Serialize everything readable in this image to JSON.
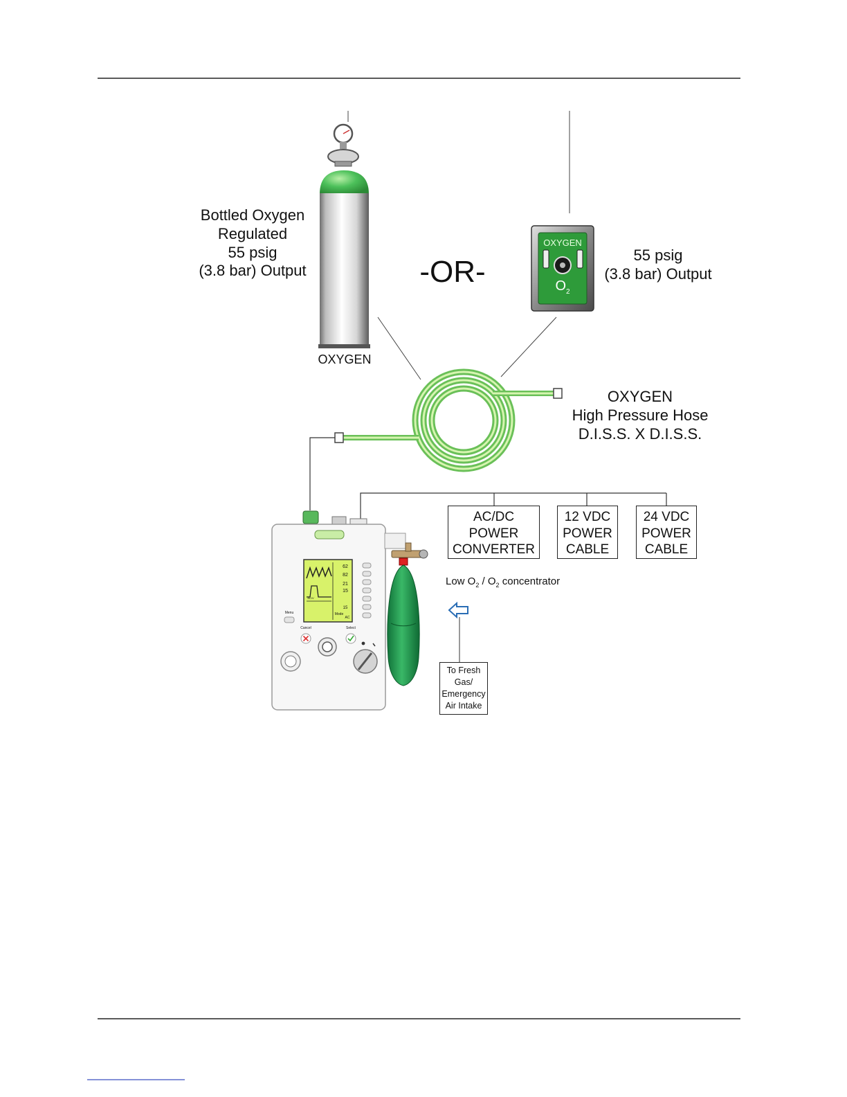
{
  "bottled_oxygen": {
    "label_lines": [
      "Bottled Oxygen",
      "Regulated",
      "55 psig",
      "(3.8 bar) Output"
    ],
    "cylinder_text": "OXYGEN"
  },
  "separator": "-OR-",
  "wall_outlet": {
    "panel_text": "OXYGEN",
    "symbol": "O",
    "symbol_sub": "2",
    "label_lines": [
      "55 psig",
      "(3.8 bar) Output"
    ]
  },
  "hose": {
    "label_lines": [
      "OXYGEN",
      "High Pressure Hose",
      "D.I.S.S. X D.I.S.S."
    ]
  },
  "power_options": [
    {
      "lines": [
        "AC/DC",
        "POWER",
        "CONVERTER"
      ]
    },
    {
      "lines": [
        "12 VDC",
        "POWER",
        "CABLE"
      ]
    },
    {
      "lines": [
        "24 VDC",
        "POWER",
        "CABLE"
      ]
    }
  ],
  "low_o2": {
    "prefix": "Low O",
    "sub1": "2",
    "mid": " / O",
    "sub2": "2",
    "suffix": " concentrator"
  },
  "fresh_gas": {
    "lines": [
      "To Fresh",
      "Gas/",
      "Emergency",
      "Air Intake"
    ]
  },
  "ventilator": {
    "menu_label": "Menu",
    "cancel_label": "Cancel",
    "select_label": "Select",
    "screen": {
      "hr": "62",
      "spo2": "82",
      "vt": "21",
      "pip": "15",
      "mode_label": "Mode",
      "mode": "AC",
      "mode_short": "AC/V",
      "bpm": "15"
    }
  },
  "colors": {
    "oxygen_green": "#3fae4a",
    "hose_green": "#a9e07a",
    "screen_yellow": "#d8f26a",
    "bag_green": "#1f9a4d",
    "arrow_blue": "#2a6db5"
  }
}
